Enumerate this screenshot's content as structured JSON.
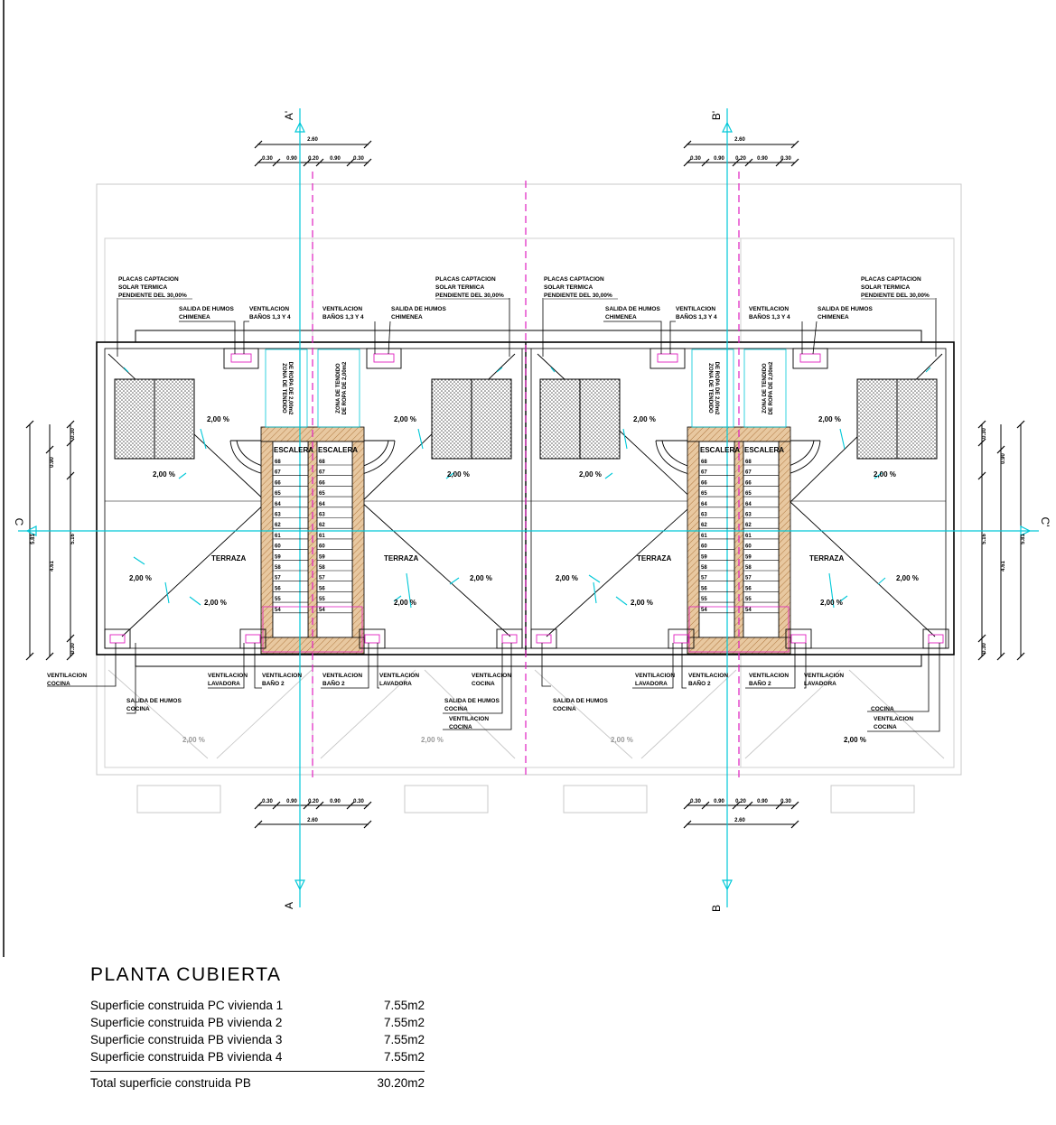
{
  "dimensions": {
    "overall": "2.60",
    "segments": [
      "0.30",
      "0.90",
      "0.20",
      "0.90",
      "0.30"
    ],
    "side_outer": "5.81",
    "side_mid": "5.16",
    "side_a": "4.61",
    "side_b": "0.90",
    "side_c": "0.30",
    "side_d": "0.30"
  },
  "section_marks": {
    "a_top": "A'",
    "a_bottom": "A",
    "b_top": "B'",
    "b_bottom": "B",
    "c_left": "C",
    "c_right": "C'"
  },
  "labels": {
    "placas": [
      "PLACAS CAPTACION",
      "SOLAR TERMICA",
      "PENDIENTE DEL 30,00%"
    ],
    "salida_chimenea": [
      "SALIDA DE HUMOS",
      "CHIMENEA"
    ],
    "vent_banos": [
      "VENTILACION",
      "BAÑOS 1,3 Y 4"
    ],
    "zona_tendido": [
      "ZONA DE TENDIDO",
      "DE ROPA DE 2,00m2"
    ],
    "escalera": "ESCALERA",
    "terraza": "TERRAZA",
    "slope": "2,00 %",
    "vent_cocina": [
      "VENTILACION",
      "COCINA"
    ],
    "vent_lavadora": [
      "VENTILACION",
      "LAVADORA"
    ],
    "vent_bano2": [
      "VENTILACION",
      "BAÑO 2"
    ],
    "salida_cocina": [
      "SALIDA DE HUMOS",
      "COCINA"
    ],
    "cocina": "COCINA"
  },
  "steps": [
    "68",
    "67",
    "66",
    "65",
    "64",
    "63",
    "62",
    "61",
    "60",
    "59",
    "58",
    "57",
    "56",
    "55",
    "54"
  ],
  "info": {
    "title": "PLANTA CUBIERTA",
    "rows": [
      {
        "label": "Superficie construida PC vivienda 1",
        "value": "7.55m2"
      },
      {
        "label": "Superficie construida PB vivienda 2",
        "value": "7.55m2"
      },
      {
        "label": "Superficie construida PB vivienda 3",
        "value": "7.55m2"
      },
      {
        "label": "Superficie construida PB vivienda 4",
        "value": "7.55m2"
      }
    ],
    "total": {
      "label": "Total superficie construida PB",
      "value": "30.20m2"
    }
  },
  "colors": {
    "section_line": "#00c8d8",
    "axis_line": "#e020c0",
    "stair_fill": "#e8c8a0",
    "hatch": "#9a9a9a",
    "ghost": "#c8c8c8"
  }
}
